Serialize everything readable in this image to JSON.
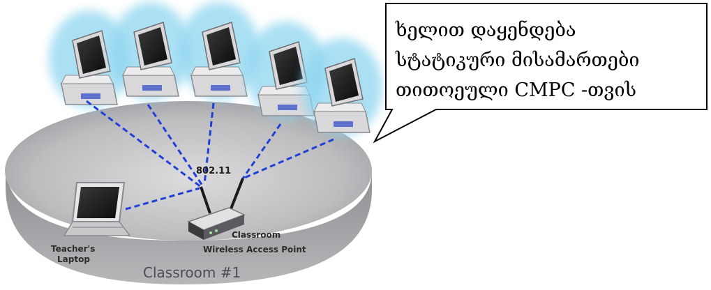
{
  "diagram": {
    "protocol_label": "802.11",
    "teacher_label": [
      "Teacher's",
      "Laptop"
    ],
    "access_point_label": [
      "Classroom",
      "Wireless Access Point"
    ],
    "room_label": "Classroom #1",
    "callout_lines": [
      "ხელით დაყენდება",
      "სტატიკური მისამართები",
      "თითოეული CMPC -თვის"
    ],
    "student_device_count": 5,
    "colors": {
      "link": "#1f3fd6",
      "halo": "#8fd6f0",
      "platform_top": "#c8c8ca",
      "device_body": "#d9d9dc"
    }
  }
}
